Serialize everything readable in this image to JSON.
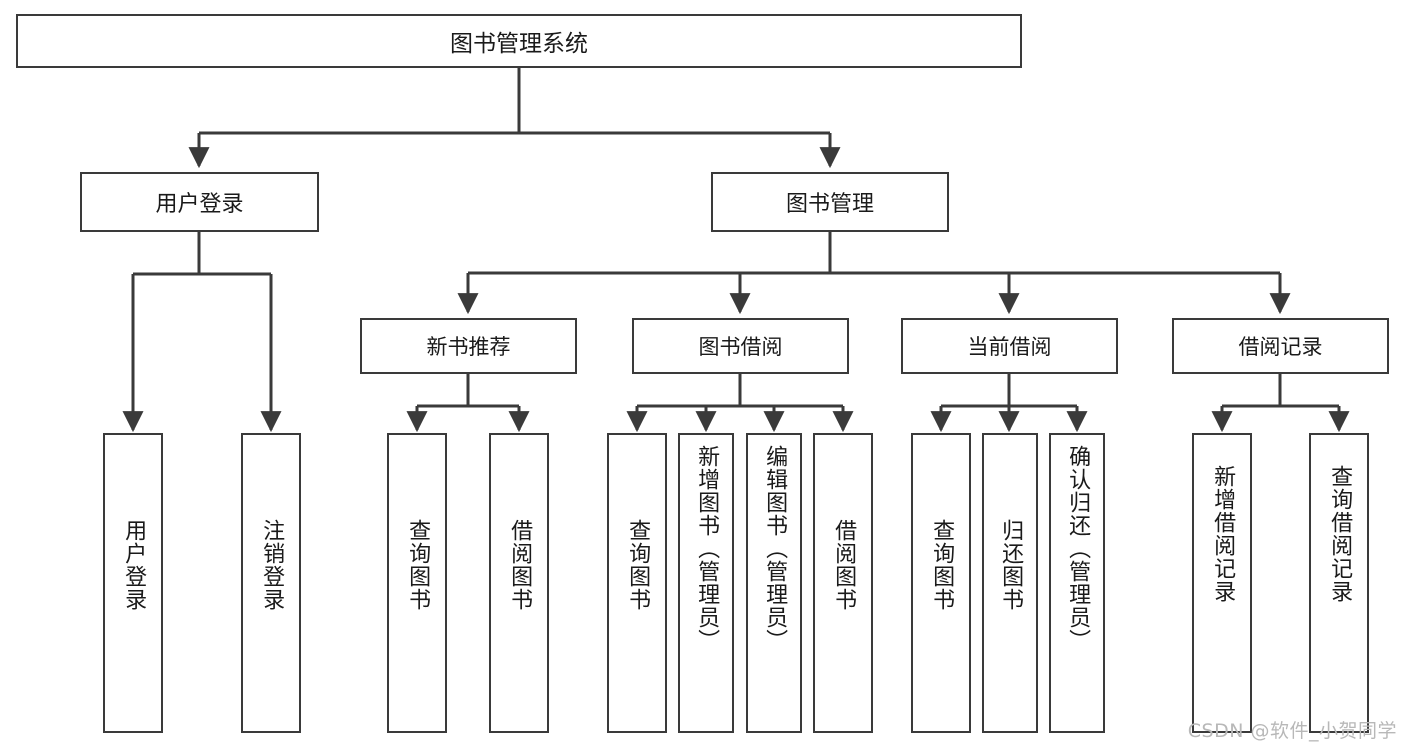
{
  "diagram": {
    "title": "图书管理系统",
    "watermark": "CSDN @软件_小贺同学",
    "stroke_color": "#3a3a3a",
    "fill_color": "#ffffff",
    "text_color": "#1a1a1a",
    "root": {
      "label": "图书管理系统"
    },
    "level1": [
      {
        "label": "用户登录"
      },
      {
        "label": "图书管理"
      }
    ],
    "level2": [
      {
        "label": "新书推荐"
      },
      {
        "label": "图书借阅"
      },
      {
        "label": "当前借阅"
      },
      {
        "label": "借阅记录"
      }
    ],
    "leaves": {
      "user_login": [
        {
          "label": "用户登录"
        },
        {
          "label": "注销登录"
        }
      ],
      "new_book_recommend": [
        {
          "label": "查询图书"
        },
        {
          "label": "借阅图书"
        }
      ],
      "book_borrow": [
        {
          "label": "查询图书"
        },
        {
          "label": "新增图书（管理员）"
        },
        {
          "label": "编辑图书（管理员）"
        },
        {
          "label": "借阅图书"
        }
      ],
      "current_borrow": [
        {
          "label": "查询图书"
        },
        {
          "label": "归还图书"
        },
        {
          "label": "确认归还（管理员）"
        }
      ],
      "borrow_record": [
        {
          "label": "新增借阅记录"
        },
        {
          "label": "查询借阅记录"
        }
      ]
    }
  }
}
